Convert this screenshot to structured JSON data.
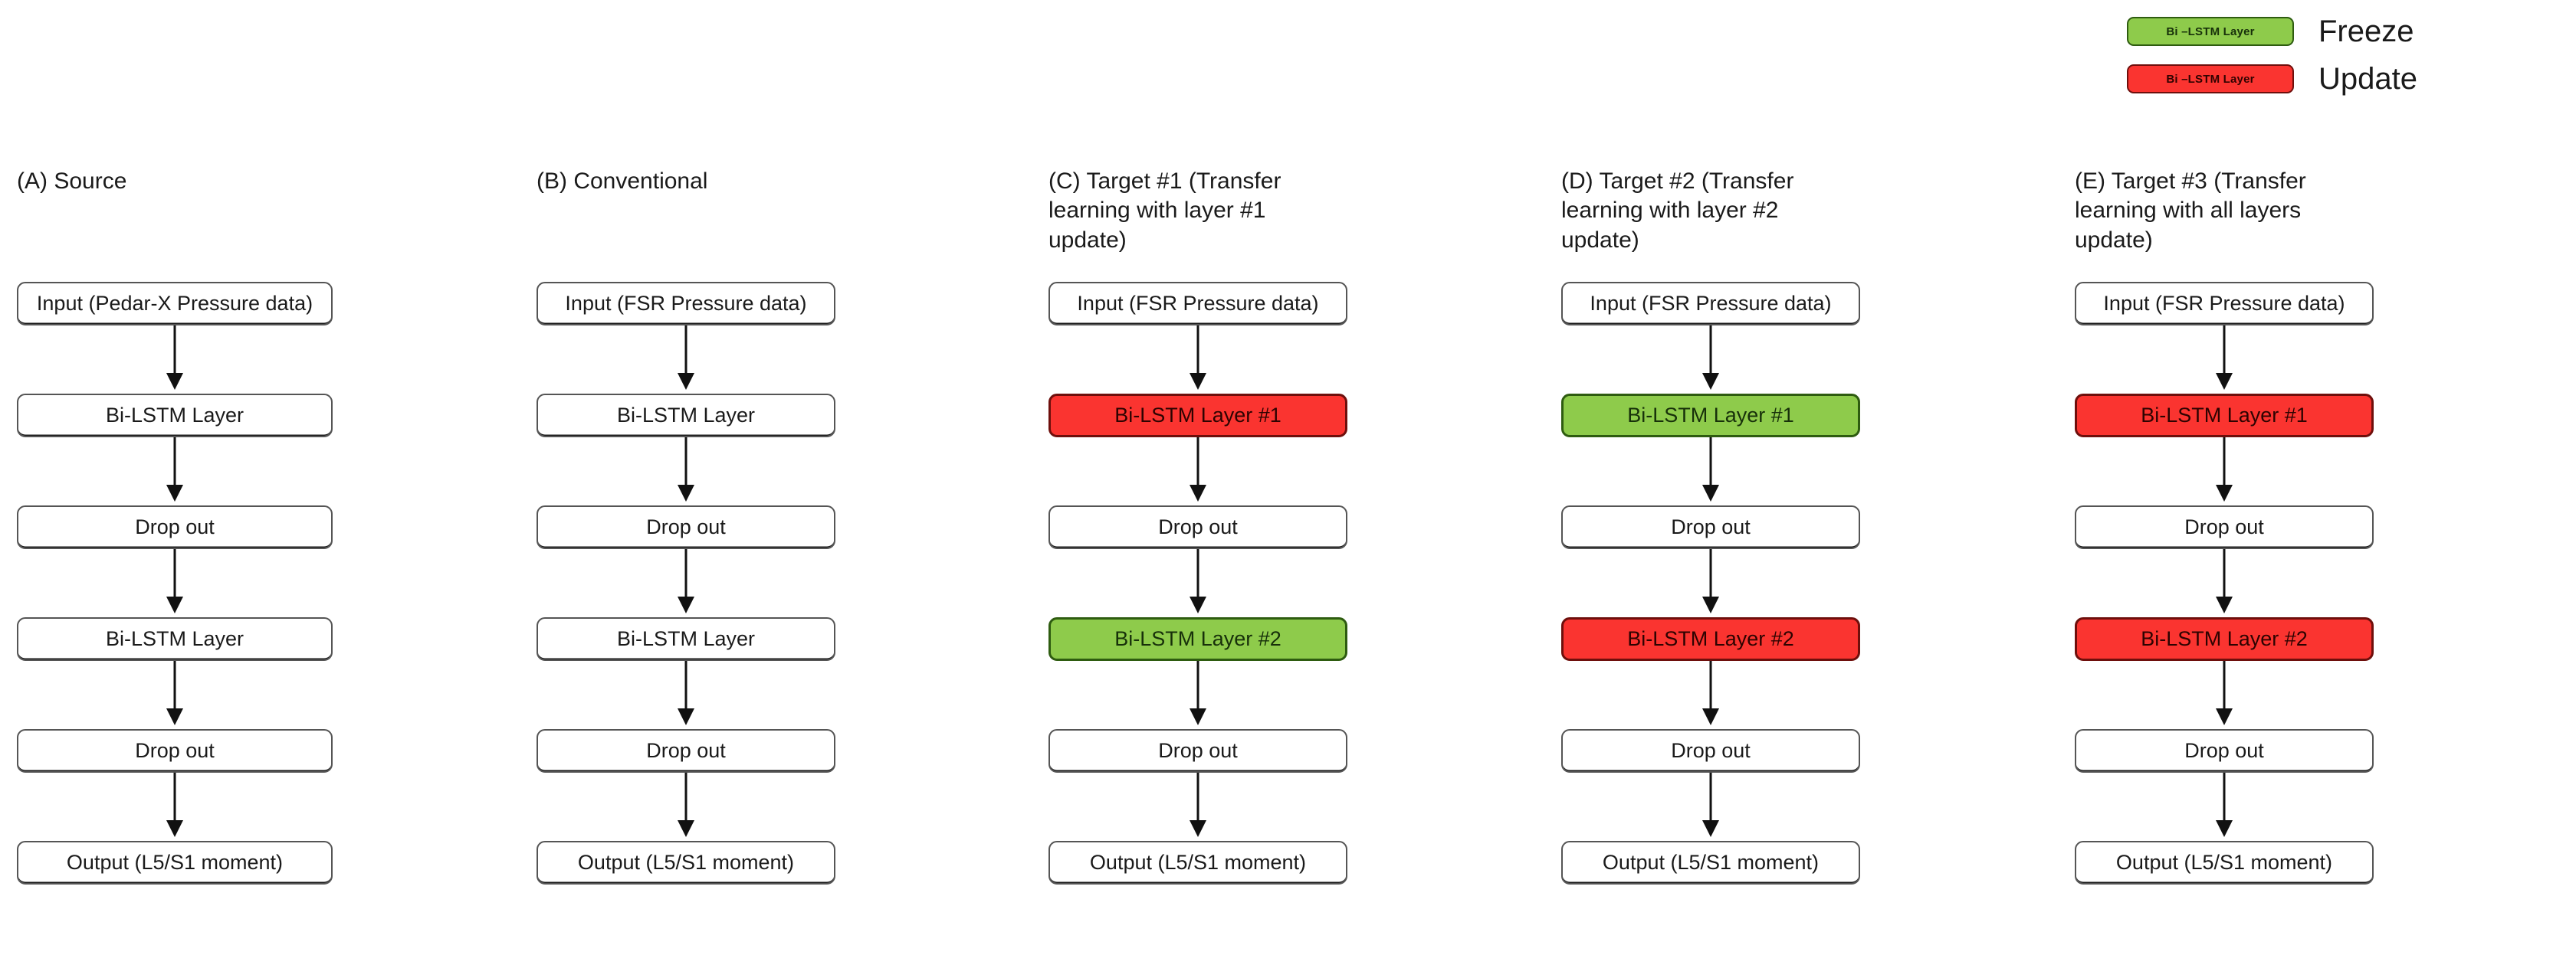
{
  "legend": {
    "items": [
      {
        "chip_label": "Bi –LSTM Layer",
        "label": "Freeze",
        "color": "#8ECB4B",
        "border": "#2E5C10",
        "state": "freeze"
      },
      {
        "chip_label": "Bi –LSTM Layer",
        "label": "Update",
        "color": "#FA3430",
        "border": "#6E0F0C",
        "state": "update"
      }
    ]
  },
  "colors": {
    "freeze_fill": "#8ECB4B",
    "freeze_border": "#2E5C10",
    "update_fill": "#FA3430",
    "update_border": "#6E0F0C",
    "node_fill": "#FFFFFF",
    "node_border": "#4A4A4A",
    "arrow": "#111111",
    "text": "#1A1A1A",
    "background": "#FFFFFF"
  },
  "columns": [
    {
      "key": "a",
      "title": "(A) Source",
      "nodes": [
        {
          "label": "Input (Pedar-X Pressure data)",
          "style": "plain"
        },
        {
          "label": "Bi-LSTM Layer",
          "style": "plain"
        },
        {
          "label": "Drop out",
          "style": "plain"
        },
        {
          "label": "Bi-LSTM Layer",
          "style": "plain"
        },
        {
          "label": "Drop out",
          "style": "plain"
        },
        {
          "label": "Output (L5/S1 moment)",
          "style": "plain"
        }
      ]
    },
    {
      "key": "b",
      "title": "(B) Conventional",
      "nodes": [
        {
          "label": "Input (FSR Pressure data)",
          "style": "plain"
        },
        {
          "label": "Bi-LSTM Layer",
          "style": "plain"
        },
        {
          "label": "Drop out",
          "style": "plain"
        },
        {
          "label": "Bi-LSTM Layer",
          "style": "plain"
        },
        {
          "label": "Drop out",
          "style": "plain"
        },
        {
          "label": "Output (L5/S1 moment)",
          "style": "plain"
        }
      ]
    },
    {
      "key": "c",
      "title": "(C) Target #1 (Transfer\nlearning with layer #1 update)",
      "nodes": [
        {
          "label": "Input (FSR Pressure data)",
          "style": "plain"
        },
        {
          "label": "Bi-LSTM Layer #1",
          "style": "red"
        },
        {
          "label": "Drop out",
          "style": "plain"
        },
        {
          "label": "Bi-LSTM Layer #2",
          "style": "green"
        },
        {
          "label": "Drop out",
          "style": "plain"
        },
        {
          "label": "Output (L5/S1 moment)",
          "style": "plain"
        }
      ]
    },
    {
      "key": "d",
      "title": "(D) Target #2 (Transfer\nlearning  with layer #2 update)",
      "nodes": [
        {
          "label": "Input (FSR Pressure data)",
          "style": "plain"
        },
        {
          "label": "Bi-LSTM Layer #1",
          "style": "green"
        },
        {
          "label": "Drop out",
          "style": "plain"
        },
        {
          "label": "Bi-LSTM Layer #2",
          "style": "red"
        },
        {
          "label": "Drop out",
          "style": "plain"
        },
        {
          "label": "Output (L5/S1 moment)",
          "style": "plain"
        }
      ]
    },
    {
      "key": "e",
      "title": "(E) Target #3 (Transfer\nlearning with all layers update)",
      "nodes": [
        {
          "label": "Input (FSR Pressure data)",
          "style": "plain"
        },
        {
          "label": "Bi-LSTM Layer #1",
          "style": "red"
        },
        {
          "label": "Drop out",
          "style": "plain"
        },
        {
          "label": "Bi-LSTM Layer #2",
          "style": "red"
        },
        {
          "label": "Drop out",
          "style": "plain"
        },
        {
          "label": "Output (L5/S1 moment)",
          "style": "plain"
        }
      ]
    }
  ]
}
